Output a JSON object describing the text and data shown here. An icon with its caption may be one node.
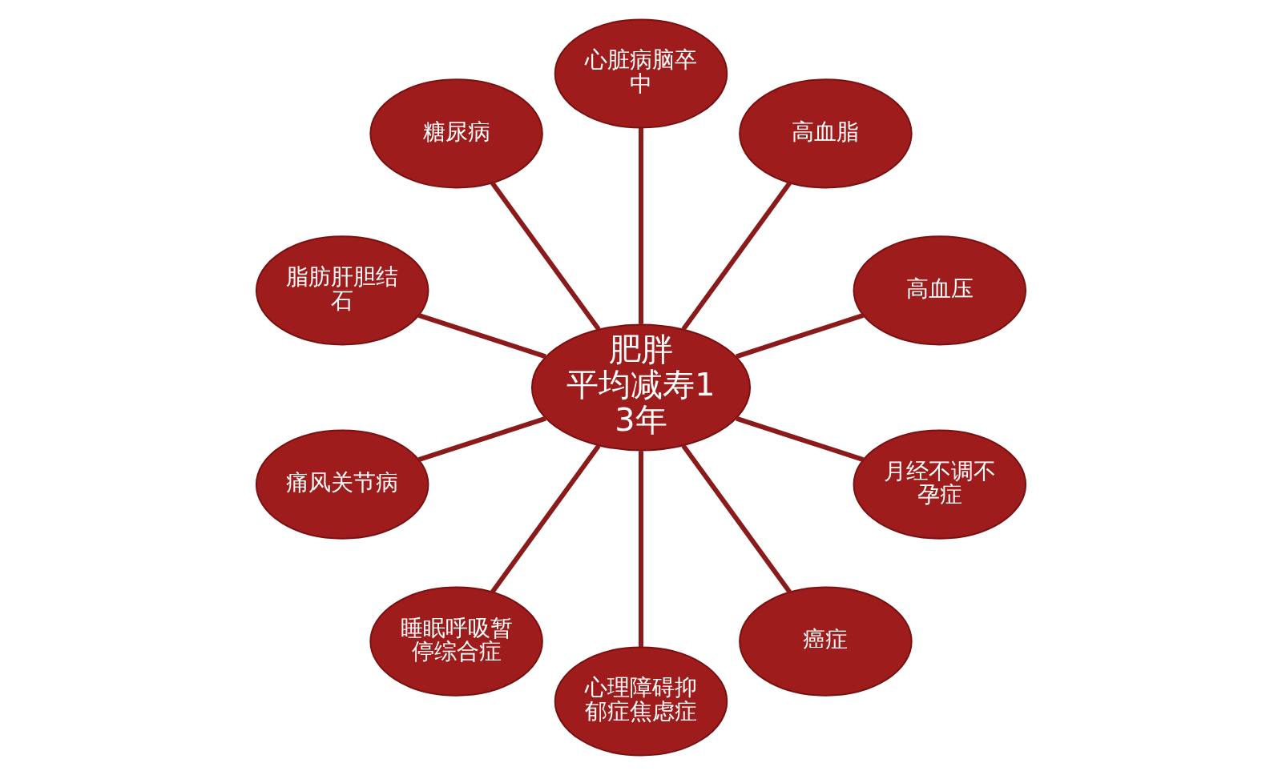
{
  "diagram": {
    "nodes": [
      {
        "text": [
          "肥胖",
          "平均减寿13年"
        ]
      },
      {
        "text": [
          "高血压"
        ]
      },
      {
        "text": [
          "高血脂"
        ]
      },
      {
        "text": [
          "心脏病脑卒中"
        ]
      },
      {
        "text": [
          "糖尿病"
        ]
      },
      {
        "text": [
          "脂肪肝胆结石"
        ]
      },
      {
        "text": [
          "痛风关节病"
        ]
      },
      {
        "text": [
          "睡眠呼吸暂停综合症"
        ]
      },
      {
        "text": [
          "心理障碍抑郁症焦虑症"
        ]
      },
      {
        "text": [
          "癌症"
        ]
      },
      {
        "text": [
          "月经不调不孕症"
        ]
      }
    ],
    "edges": [
      {
        "from": 0,
        "to": 1,
        "arrow": "none"
      },
      {
        "from": 0,
        "to": 2,
        "arrow": "none"
      },
      {
        "from": 0,
        "to": 3,
        "arrow": "none"
      },
      {
        "from": 0,
        "to": 4,
        "arrow": "none"
      },
      {
        "from": 0,
        "to": 5,
        "arrow": "none"
      },
      {
        "from": 0,
        "to": 6,
        "arrow": "none"
      },
      {
        "from": 0,
        "to": 7,
        "arrow": "none"
      },
      {
        "from": 0,
        "to": 8,
        "arrow": "none"
      },
      {
        "from": 0,
        "to": 9,
        "arrow": "none"
      },
      {
        "from": 0,
        "to": 10,
        "arrow": "none"
      }
    ]
  }
}
